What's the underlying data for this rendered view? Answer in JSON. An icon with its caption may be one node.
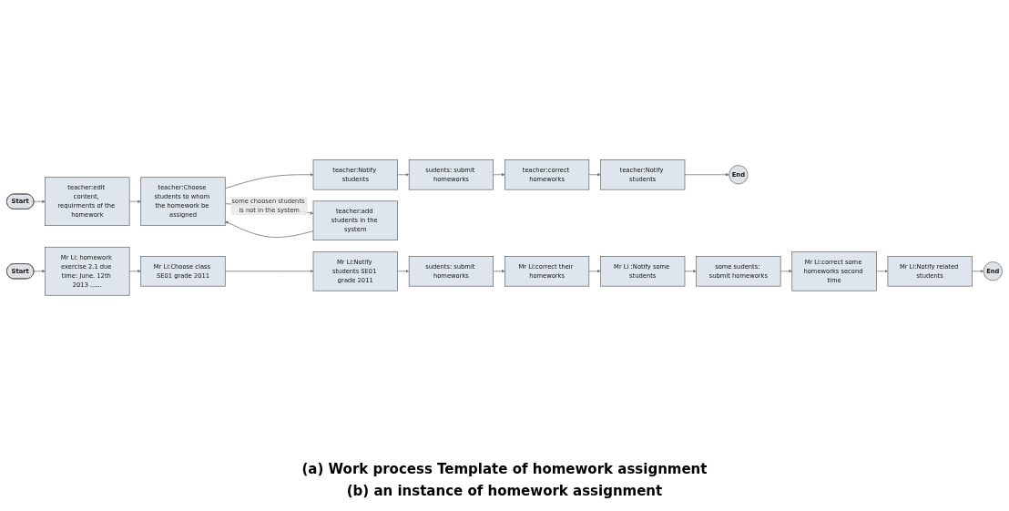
{
  "diagram": {
    "nodes": [
      {
        "text": [
          "Start"
        ]
      },
      {
        "text": [
          "teacher:edit content, requirments of the homework"
        ]
      },
      {
        "text": [
          "teacher:Choose students to whom the homework be assigned"
        ]
      },
      {
        "text": [
          "teacher:Notify students"
        ]
      },
      {
        "text": [
          "sudents: submit homeworks"
        ]
      },
      {
        "text": [
          "teacher:correct homeworks"
        ]
      },
      {
        "text": [
          "teacher:Notify students"
        ]
      },
      {
        "text": [
          "End"
        ]
      },
      {
        "text": [
          "teacher:add students in the system"
        ]
      },
      {
        "text": [
          "Start"
        ]
      },
      {
        "text": [
          "Mr Li: homework exercise 2.1 due time: June. 12th 2013 ......"
        ]
      },
      {
        "text": [
          "Mr Li:Choose class SE01 grade 2011"
        ]
      },
      {
        "text": [
          "Mr Li:Notify students SE01 grade 2011"
        ]
      },
      {
        "text": [
          "sudents: submit homeworks"
        ]
      },
      {
        "text": [
          "Mr Li:correct their homeworks"
        ]
      },
      {
        "text": [
          "Mr Li :Notify some students"
        ]
      },
      {
        "text": [
          "some sudents: submit homeworks"
        ]
      },
      {
        "text": [
          "Mr Li:correct some homeworks second time"
        ]
      },
      {
        "text": [
          "Mr Li:Notify related students"
        ]
      },
      {
        "text": [
          "End"
        ]
      }
    ],
    "edges": [
      {
        "from": 0,
        "to": 1,
        "arrow": "to"
      },
      {
        "from": 1,
        "to": 2,
        "arrow": "to"
      },
      {
        "from": 2,
        "to": 3,
        "arrow": "to"
      },
      {
        "from": 3,
        "to": 4,
        "arrow": "to"
      },
      {
        "from": 4,
        "to": 5,
        "arrow": "to"
      },
      {
        "from": 5,
        "to": 6,
        "arrow": "to"
      },
      {
        "from": 6,
        "to": 7,
        "arrow": "to"
      },
      {
        "from": 2,
        "to": 8,
        "arrow": "to",
        "label": "some choosen students is not in the system"
      },
      {
        "from": 8,
        "to": 2,
        "arrow": "to"
      },
      {
        "from": 9,
        "to": 10,
        "arrow": "to"
      },
      {
        "from": 10,
        "to": 11,
        "arrow": "to"
      },
      {
        "from": 11,
        "to": 12,
        "arrow": "to"
      },
      {
        "from": 12,
        "to": 13,
        "arrow": "to"
      },
      {
        "from": 13,
        "to": 14,
        "arrow": "to"
      },
      {
        "from": 14,
        "to": 15,
        "arrow": "to"
      },
      {
        "from": 15,
        "to": 16,
        "arrow": "to"
      },
      {
        "from": 16,
        "to": 17,
        "arrow": "to"
      },
      {
        "from": 17,
        "to": 18,
        "arrow": "to"
      },
      {
        "from": 18,
        "to": 19,
        "arrow": "to"
      }
    ],
    "labels": [
      "(a) Work process Template of homework assignment",
      "(b) an instance of homework assignment"
    ]
  }
}
